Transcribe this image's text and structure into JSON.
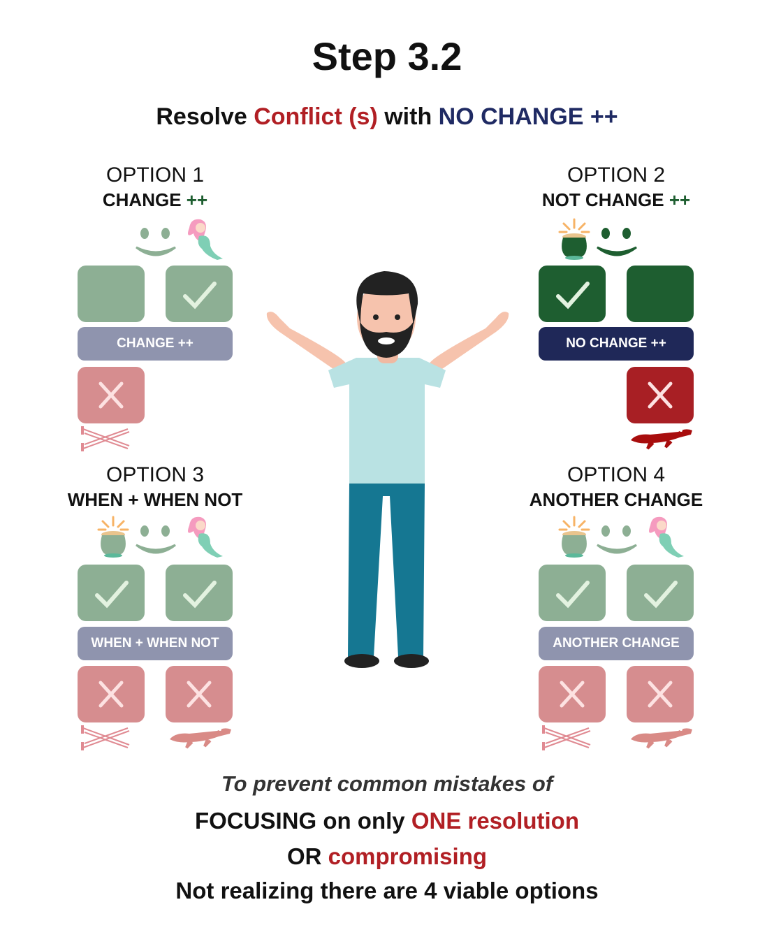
{
  "title": "Step 3.2",
  "subtitle": {
    "part1": "Resolve ",
    "part2": "Conflict (s)",
    "part3": " with ",
    "part4": "NO CHANGE ++"
  },
  "colors": {
    "light_green": "#8daf94",
    "dark_green": "#1e5e30",
    "grey_bar": "#8f94ae",
    "navy_bar": "#1f2858",
    "light_red": "#d68d8f",
    "dark_red": "#a81f24",
    "accent_red": "#b11f24",
    "accent_navy": "#1f2a63"
  },
  "options": [
    {
      "title": "OPTION 1",
      "sub_main": "CHANGE ",
      "sub_plus": "++",
      "bar": "CHANGE ++",
      "theme": "light",
      "top_icons": [
        "smiley-icon",
        "mermaid-icon"
      ],
      "top_tiles": [
        "plain",
        "check"
      ],
      "bottom_tiles": [
        "x",
        "none"
      ],
      "bottom_icons": [
        "crutches-icon",
        "none"
      ]
    },
    {
      "title": "OPTION 2",
      "sub_main": "NOT CHANGE ",
      "sub_plus": "++",
      "bar": "NO CHANGE ++",
      "theme": "dark",
      "top_icons": [
        "pot-of-gold-icon",
        "smiley-icon"
      ],
      "top_tiles": [
        "check",
        "plain"
      ],
      "bottom_tiles": [
        "none",
        "x"
      ],
      "bottom_icons": [
        "none",
        "crocodile-icon"
      ]
    },
    {
      "title": "OPTION 3",
      "sub_main": "WHEN + WHEN NOT",
      "sub_plus": "",
      "bar": "WHEN + WHEN NOT",
      "theme": "light",
      "top_icons": [
        "pot-of-gold-icon",
        "smiley-icon",
        "mermaid-icon"
      ],
      "top_tiles": [
        "check",
        "check"
      ],
      "bottom_tiles": [
        "x",
        "x"
      ],
      "bottom_icons": [
        "crutches-icon",
        "crocodile-icon"
      ]
    },
    {
      "title": "OPTION 4",
      "sub_main": "ANOTHER CHANGE",
      "sub_plus": "",
      "bar": "ANOTHER CHANGE",
      "theme": "light",
      "top_icons": [
        "pot-of-gold-icon",
        "smiley-icon",
        "mermaid-icon"
      ],
      "top_tiles": [
        "check",
        "check"
      ],
      "bottom_tiles": [
        "x",
        "x"
      ],
      "bottom_icons": [
        "crutches-icon",
        "crocodile-icon"
      ]
    }
  ],
  "footer": {
    "line1": "To prevent common mistakes of",
    "line2a": "FOCUSING on only ",
    "line2b": "ONE resolution",
    "line3a": "OR ",
    "line3b": "compromising",
    "line4": "Not realizing there are 4 viable options"
  }
}
